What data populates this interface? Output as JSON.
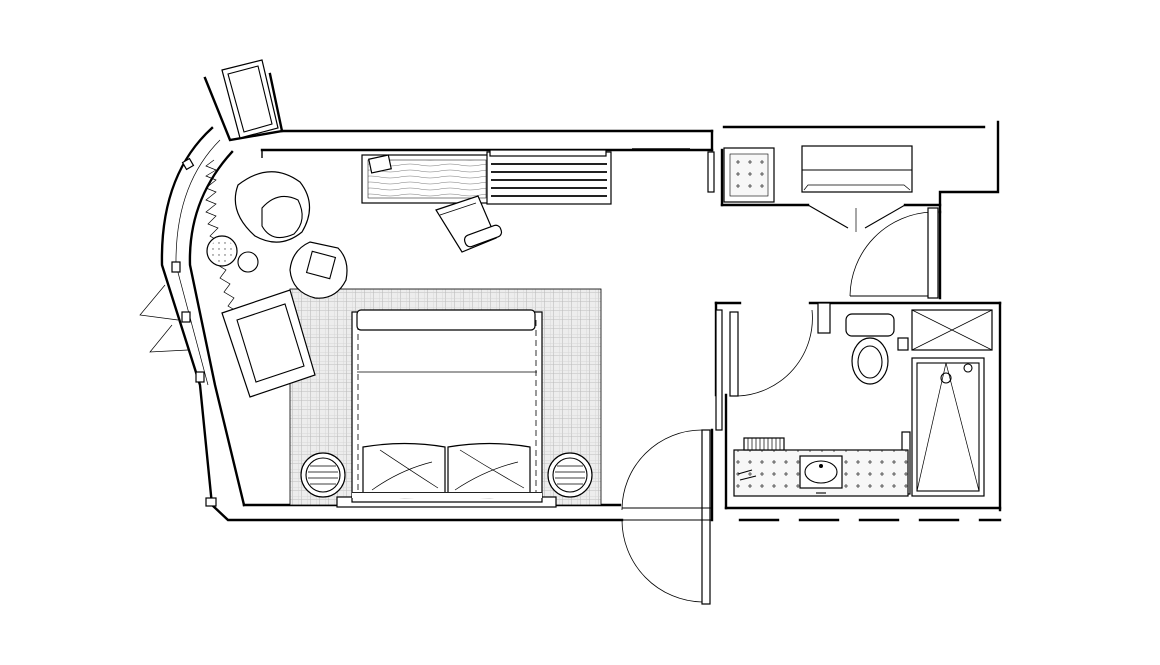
{
  "drawing": {
    "type": "floor-plan",
    "colors": {
      "line": "#000000",
      "background": "#ffffff",
      "rug_fill": "#ededed",
      "tile_fill": "#f4f4f4"
    },
    "rooms": [
      "bedroom",
      "entry-closet",
      "bathroom"
    ],
    "furniture": [
      "king-bed",
      "nightstand-left",
      "nightstand-right",
      "armchair",
      "round-lounge-chair",
      "ottoman",
      "side-table",
      "desk",
      "credenza",
      "desk-chair",
      "area-rug",
      "wardrobe",
      "luggage-bench",
      "toilet",
      "vanity",
      "shower",
      "window-bench"
    ]
  }
}
